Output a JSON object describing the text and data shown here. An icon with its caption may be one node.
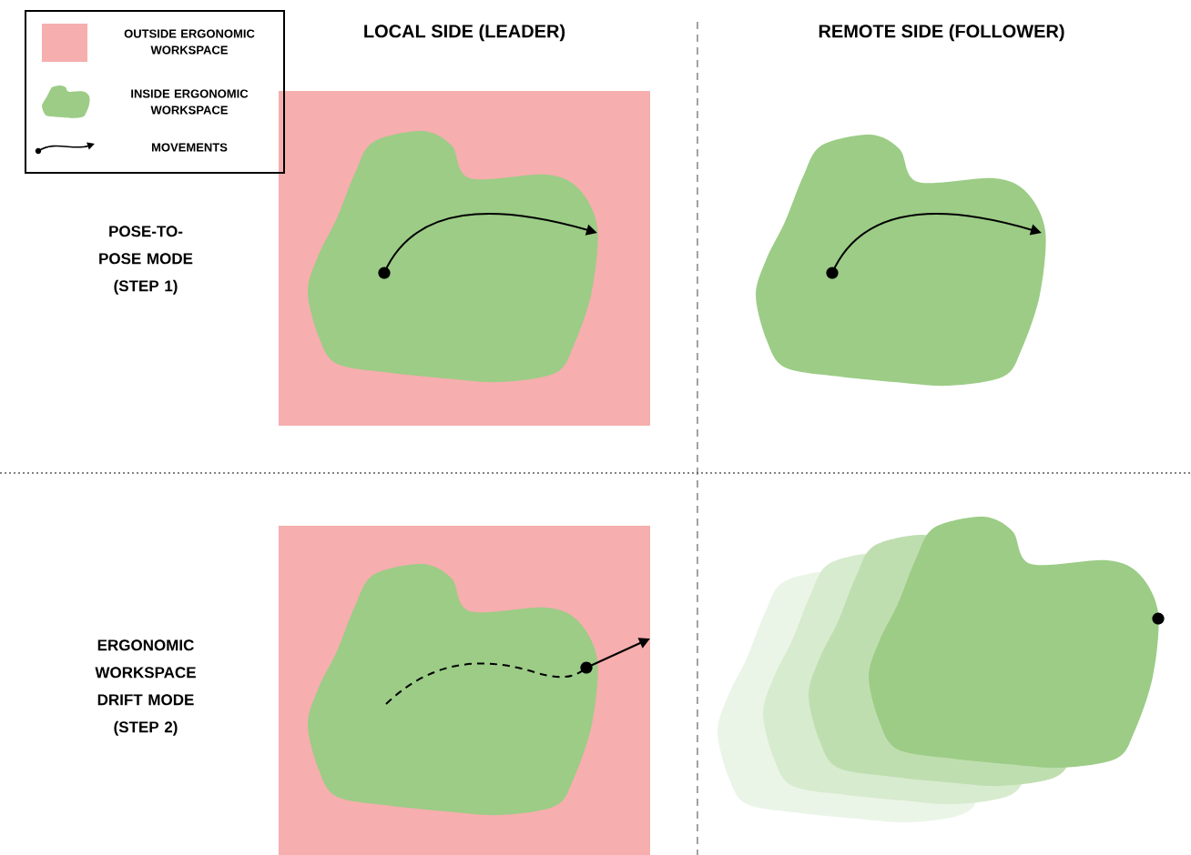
{
  "diagram": {
    "labels": [
      "LOCAL SIDE (LEADER)",
      "REMOTE SIDE (FOLLOWER)",
      "POSE-TO-POSE MODE (STEP 1)",
      "ERGONOMIC WORKSPACE DRIFT MODE (STEP 2)"
    ],
    "legend": [
      {
        "text": "OUTSIDE ERGONOMIC WORKSPACE",
        "color": "#f6aeae"
      },
      {
        "text": "INSIDE ERGONOMIC WORKSPACE",
        "color": "#9ccc86"
      },
      {
        "text": "MOVEMENTS"
      }
    ]
  }
}
